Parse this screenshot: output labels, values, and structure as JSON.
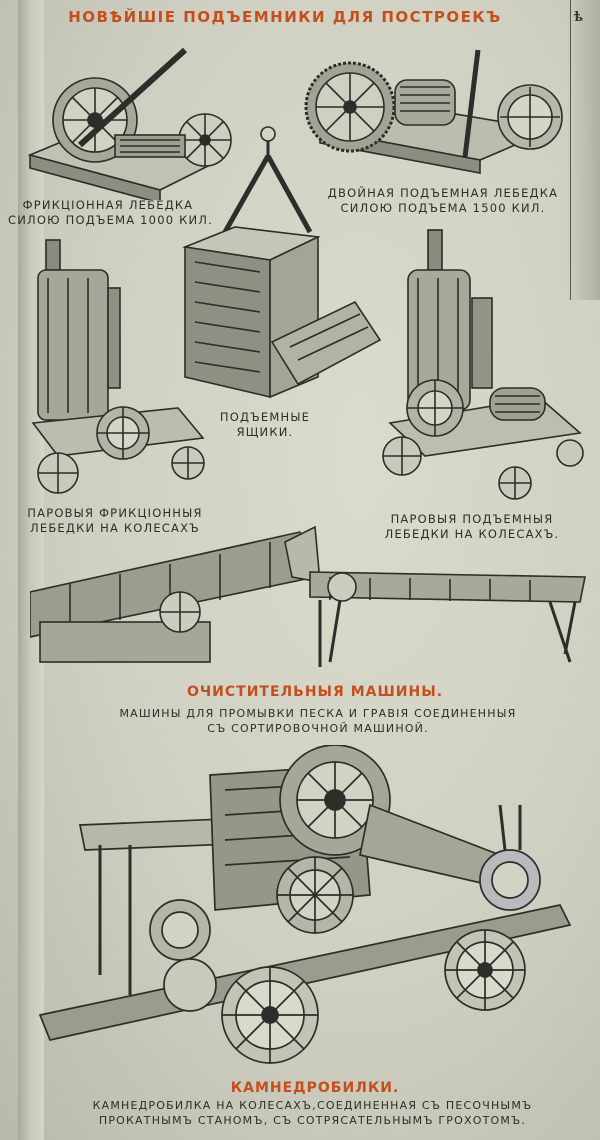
{
  "header": {
    "title": "НОВѢЙШІЕ ПОДЪЕМНИКИ ДЛЯ ПОСТРОЕКЪ"
  },
  "edge_mark": "ѣ",
  "items": {
    "friction_winch": {
      "line1": "ФРИКЦІОННАЯ ЛЕБЕДКА",
      "line2": "СИЛОЮ ПОДЪЕМА 1000 КИЛ."
    },
    "double_winch": {
      "line1": "ДВОЙНАЯ ПОДЪЕМНАЯ ЛЕБЕДКА",
      "line2": "СИЛОЮ ПОДЪЕМА 1500 КИЛ."
    },
    "lift_boxes": {
      "line1": "ПОДЪЕМНЫЕ",
      "line2": "ЯЩИКИ."
    },
    "steam_friction": {
      "line1": "ПАРОВЫЯ ФРИКЦІОННЫЯ",
      "line2": "ЛЕБЕДКИ НА КОЛЕСАХЪ"
    },
    "steam_lift": {
      "line1": "ПАРОВЫЯ ПОДЪЕМНЫЯ",
      "line2": "ЛЕБЕДКИ НА КОЛЕСАХЪ."
    }
  },
  "cleaning": {
    "title": "ОЧИСТИТЕЛЬНЫЯ МАШИНЫ.",
    "line1": "МАШИНЫ ДЛЯ ПРОМЫВКИ ПЕСКА И ГРАВІЯ СОЕДИНЕННЫЯ",
    "line2": "СЪ СОРТИРОВОЧНОЙ МАШИНОЙ."
  },
  "crusher": {
    "title": "КАМНЕДРОБИЛКИ.",
    "line1": "КАМНЕДРОБИЛКА НА КОЛЕСАХЪ,СОЕДИНЕННАЯ СЪ ПЕСОЧНЫМЪ",
    "line2": "ПРОКАТНЫМЪ СТАНОМЪ, СЪ СОТРЯСАТЕЛЬНЫМЪ ГРОХОТОМЪ."
  },
  "colors": {
    "accent_red": "#c44f1c",
    "ink": "#2d2d2a",
    "paper": "#d6d6c8"
  }
}
